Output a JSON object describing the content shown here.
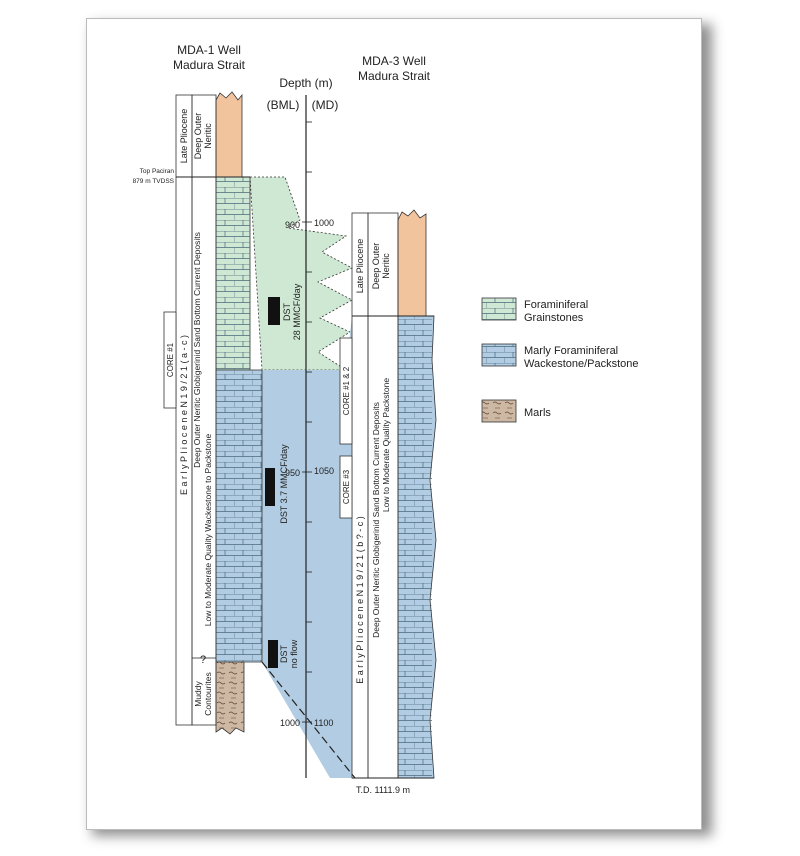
{
  "wells": {
    "mda1": {
      "name": "MDA-1 Well",
      "location": "Madura Strait"
    },
    "mda3": {
      "name": "MDA-3 Well",
      "location": "Madura Strait"
    }
  },
  "depth_axis": {
    "title": "Depth (m)",
    "bml_label": "(BML)",
    "md_label": "(MD)",
    "bml_ticks": [
      "900",
      "950",
      "1000"
    ],
    "md_ticks": [
      "1000",
      "1050",
      "1100"
    ]
  },
  "mda1": {
    "late": {
      "age": "Late Pliocene",
      "env": "Deep Outer\nNeritic"
    },
    "top_pick": {
      "line1": "Top Paciran",
      "line2": "879 m TVDSS"
    },
    "early": {
      "age": "E a r l y   P l i o c e n e   N 1 9 / 2 1   ( a - c )",
      "desc1": "Deep Outer Neritic Globigerinid Sand Bottom Current Deposits",
      "desc2": "Low to Moderate Quality Wackestone to Packstone"
    },
    "core": "CORE #1",
    "question_mark": "?",
    "muddy": "Muddy\nContourites",
    "dst1": "DST\n28 MMCF/day",
    "dst2": "DST 3.7 MMCF/day",
    "dst3": "DST\nno flow"
  },
  "mda3": {
    "late": {
      "age": "Late Pliocene",
      "env": "Deep Outer\nNeritic"
    },
    "core1": "CORE #1 & 2",
    "core3": "CORE #3",
    "early": {
      "age": "E a r l y   P l i o c e n e   N 1 9 / 2 1   ( b ? - c )",
      "desc1": "Deep Outer Neritic Globigerinid Sand Bottom Current Deposits",
      "desc2": "Low to Moderate Quality Packstone"
    },
    "td": "T.D. 1111.9 m"
  },
  "legend": {
    "items": [
      {
        "label": "Foraminiferal\nGrainstones",
        "color": "#cfe8d4"
      },
      {
        "label": "Marly Foraminiferal\nWackestone/Packstone",
        "color": "#b2cde3"
      },
      {
        "label": "Marls",
        "color": "#cdb8a4"
      }
    ]
  },
  "colors": {
    "grainstone": "#cfe8d4",
    "wackestone": "#b2cde3",
    "marl_orange": "#f2c49d",
    "marl_brown": "#cdb8a4",
    "black": "#111111"
  }
}
